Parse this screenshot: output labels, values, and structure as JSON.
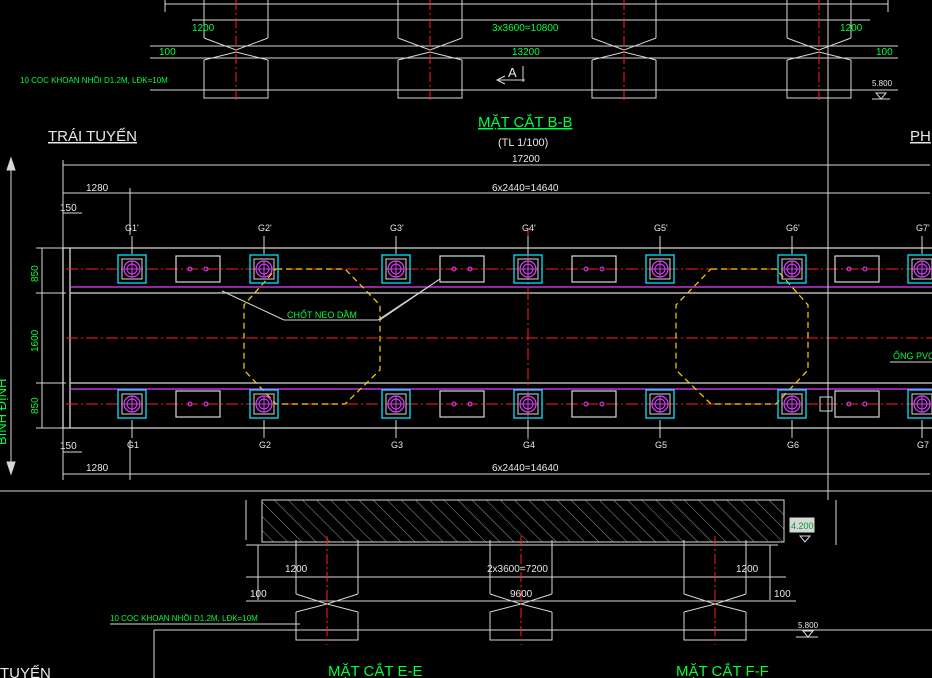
{
  "colors": {
    "background": "#000000",
    "text_green": "#00ff3c",
    "text_white": "#e8e8e8",
    "linework": "#d7d7d7",
    "axis_red": "#ff2020",
    "pier_magenta": "#e040ff",
    "bearing_cyan": "#00e5ff",
    "anchor_yellow": "#ffd200"
  },
  "top_section": {
    "dim_left": "1200",
    "dim_mid": "3x3600=10800",
    "dim_right": "1200",
    "dim_edge_left": "100",
    "dim_total": "13200",
    "dim_edge_right": "100",
    "pile_note": "10 COC KHOAN NHỒI D1.2M, LĐK=10M",
    "section_mark": "A",
    "elevation": "5.800"
  },
  "plan_view": {
    "title": "MẶT CẮT B-B",
    "scale": "(TL 1/100)",
    "left_side": "TRÁI TUYẾN",
    "right_side_partial": "PH",
    "left_axis_top_partial": "...",
    "left_axis_bottom_partial": "BÌNH ĐỊNH",
    "dim_overall": "17200",
    "dim_top_left": "1280",
    "dim_top_span": "6x2440=14640",
    "dim_top_edge": "150",
    "dim_bottom_left": "1280",
    "dim_bottom_span": "6x2440=14640",
    "dim_bottom_edge": "150",
    "dim_v1": "850",
    "dim_v2": "1600",
    "dim_v3": "850",
    "girders_top": [
      "G1'",
      "G2'",
      "G3'",
      "G4'",
      "G5'",
      "G6'",
      "G7'"
    ],
    "girders_bottom": [
      "G1",
      "G2",
      "G3",
      "G4",
      "G5",
      "G6",
      "G7"
    ],
    "anchor_note": "CHỐT NEO DẦM",
    "pipe_note": "ỐNG PVC"
  },
  "bottom_section": {
    "elev_box": "4.200",
    "dim_left": "1200",
    "dim_mid": "2x3600=7200",
    "dim_right": "1200",
    "dim_edge_left": "100",
    "dim_total": "9600",
    "dim_edge_right": "100",
    "pile_note": "10 COC KHOAN NHỒI D1.2M, LĐK=10M",
    "elevation": "5.800",
    "left_partial": "TUYẾN",
    "title_e": "MẶT CẮT E-E",
    "title_f": "MẶT CẮT F-F"
  }
}
